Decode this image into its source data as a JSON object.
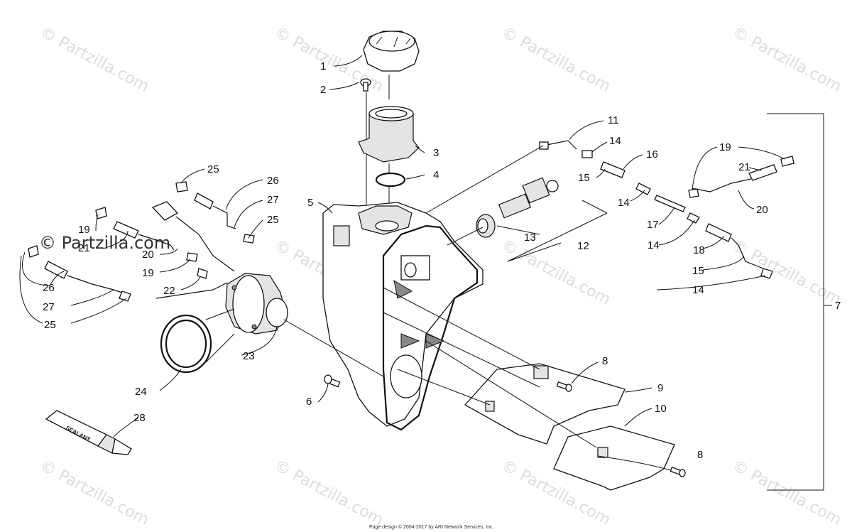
{
  "watermark": "© Partzilla.com",
  "footer": "Page design © 2004-2017 by ARI Network Services, Inc.",
  "sealant_label": "SEALANT",
  "callouts": {
    "c1": "1",
    "c2": "2",
    "c3": "3",
    "c4": "4",
    "c5": "5",
    "c6": "6",
    "c7": "7",
    "c8a": "8",
    "c8b": "8",
    "c9": "9",
    "c10": "10",
    "c11": "11",
    "c12": "12",
    "c13": "13",
    "c14a": "14",
    "c14b": "14",
    "c14c": "14",
    "c14d": "14",
    "c15a": "15",
    "c15b": "15",
    "c16": "16",
    "c17": "17",
    "c18": "18",
    "c19a": "19",
    "c19b": "19",
    "c19c": "19",
    "c20a": "20",
    "c20b": "20",
    "c21a": "21",
    "c21b": "21",
    "c22": "22",
    "c23": "23",
    "c24": "24",
    "c25a": "25",
    "c25b": "25",
    "c25c": "25",
    "c26a": "26",
    "c26b": "26",
    "c27a": "27",
    "c27b": "27",
    "c28": "28"
  }
}
